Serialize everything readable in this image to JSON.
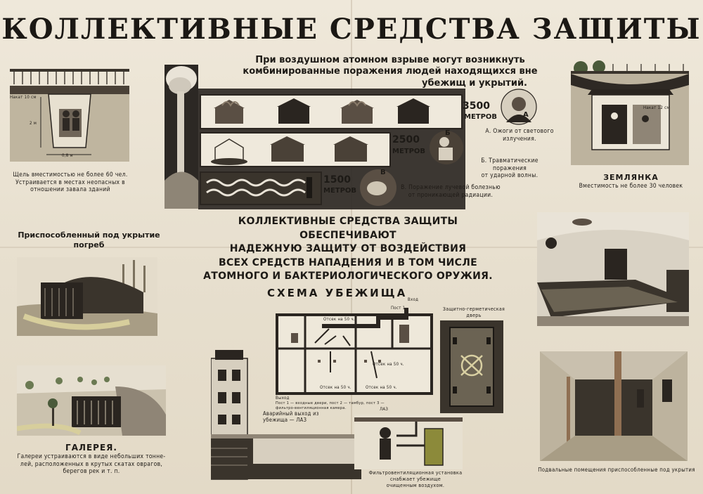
{
  "title": "КОЛЛЕКТИВНЫЕ СРЕДСТВА ЗАЩИТЫ",
  "atomic": {
    "heading_1": "При воздушном атомном взрыве могут возникнуть",
    "heading_2": "комбинированные поражения людей находящихся вне",
    "heading_3": "убежищ и укрытий.",
    "zones": [
      {
        "distance": "3500",
        "unit": "МЕТРОВ",
        "letter": "А",
        "desc_1": "А. Ожоги от светового",
        "desc_2": "излучения."
      },
      {
        "distance": "2500",
        "unit": "МЕТРОВ",
        "letter": "Б",
        "desc_1": "Б. Травматические поражения",
        "desc_2": "от ударной волны."
      },
      {
        "distance": "1500",
        "unit": "МЕТРОВ",
        "letter": "В",
        "desc_1": "В. Поражение лучевой болезнью",
        "desc_2": "от проникающей радиации."
      }
    ]
  },
  "trench": {
    "caption_1": "Щель вместимостью не более 60 чел.",
    "caption_2": "Устраивается в местах неопасных в",
    "caption_3": "отношении завала зданий",
    "dim_1": "Накат 10 см",
    "dim_2": "2 м",
    "dim_3": "0,8 м"
  },
  "dugout": {
    "title": "ЗЕМЛЯНКА",
    "caption": "Вместимость не более 30 человек",
    "dim": "Накат 12 см"
  },
  "cellar": {
    "title_1": "Приспособленный под укрытие",
    "title_2": "погреб"
  },
  "gallery": {
    "title": "ГАЛЕРЕЯ.",
    "caption_1": "Галереи устраиваются в виде небольших тонне-",
    "caption_2": "лей, расположенных в крутых скатах оврагов,",
    "caption_3": "берегов рек и т. п."
  },
  "slogan": {
    "line_1": "КОЛЛЕКТИВНЫЕ СРЕДСТВА ЗАЩИТЫ ОБЕСПЕЧИВАЮТ",
    "line_2": "НАДЕЖНУЮ ЗАЩИТУ ОТ ВОЗДЕЙСТВИЯ",
    "line_3": "ВСЕХ СРЕДСТВ НАПАДЕНИЯ И В ТОМ ЧИСЛЕ",
    "line_4": "АТОМНОГО И БАКТЕРИОЛОГИЧЕСКОГО ОРУЖИЯ."
  },
  "scheme": {
    "title": "СХЕМА УБЕЖИЩА",
    "entrance": "Вход",
    "post_1": "Пост 1",
    "room_1": "Отсек на 50 ч.",
    "room_2": "Отсек на 50 ч.",
    "room_3": "Отсек на 50 ч.",
    "room_4": "Отсек на 50 ч.",
    "exit": "Выход",
    "legend_1": "Пост 1 — входные двери, пост 2 — тамбур, пост 3 —",
    "legend_2": "фильтро-вентиляционная камера.",
    "laz": "ЛАЗ",
    "door_1": "Защитно-герметическая",
    "door_2": "дверь",
    "emergency_1": "Аварийный выход из",
    "emergency_2": "убежища — ЛАЗ",
    "filter_1": "Фильтровентиляционная установка снабжает убежище",
    "filter_2": "очищенным воздухом."
  },
  "basement": {
    "caption": "Подвальные помещения приспособленные под укрытия"
  }
}
